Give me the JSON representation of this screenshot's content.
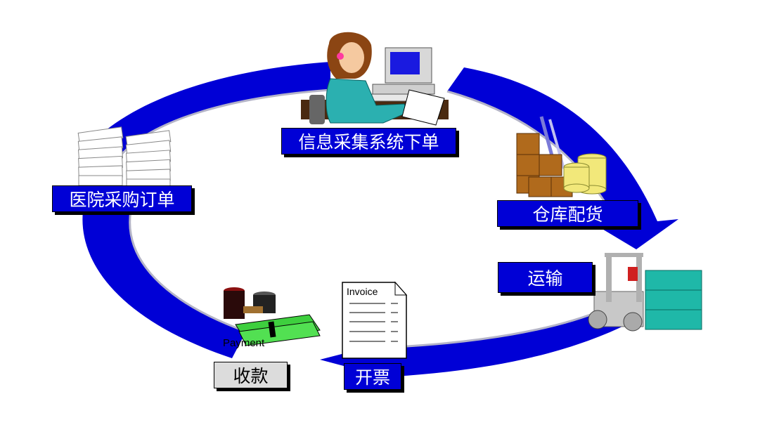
{
  "colors": {
    "arrow": "#0000d6",
    "arrow_edge": "#b4b4c8",
    "label_blue": "#0000d6",
    "label_gray": "#dcdcdc",
    "money_green": "#3ecf3e",
    "box_brown": "#b06a1c",
    "crate_teal": "#1fb8a8",
    "coin_yellow": "#f2e87a"
  },
  "steps": {
    "order_system": "信息采集系统下单",
    "warehouse": "仓库配货",
    "transport": "运输",
    "invoice": "开票",
    "collect": "收款",
    "hospital_order": "医院采购订单"
  },
  "icons": {
    "invoice_doc": {
      "name": "invoice-document-icon",
      "text": "Invoice"
    },
    "payment": {
      "name": "payment-money-icon",
      "text": "Payment"
    },
    "operator": {
      "name": "operator-computer-icon"
    },
    "boxes": {
      "name": "warehouse-boxes-icon"
    },
    "forklift": {
      "name": "forklift-icon"
    },
    "forms": {
      "name": "order-forms-icon"
    }
  }
}
